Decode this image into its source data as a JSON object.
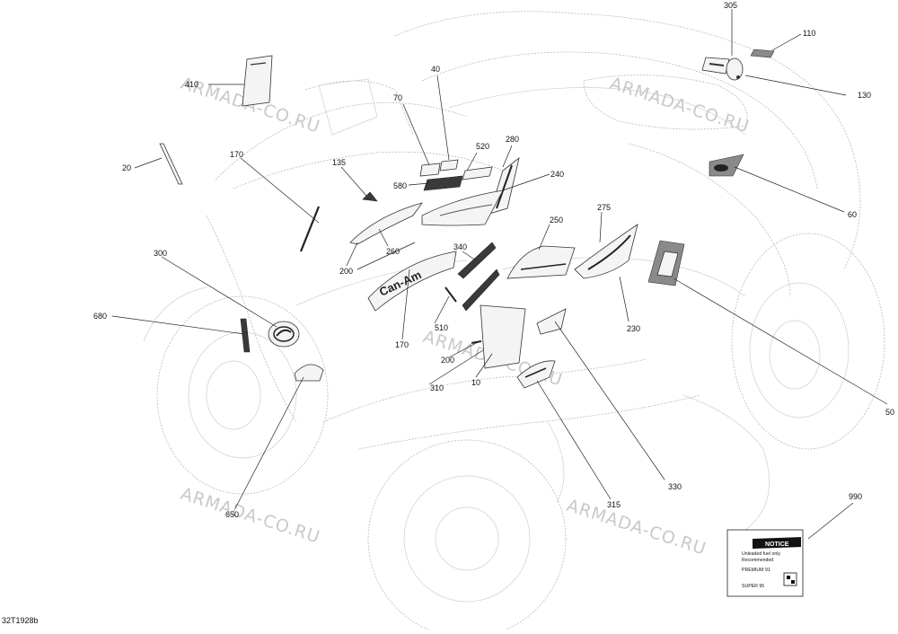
{
  "drawing_code": "32T1928b",
  "watermark": "ARMADA-CO.RU",
  "callouts": [
    "305",
    "110",
    "130",
    "410",
    "40",
    "70",
    "520",
    "280",
    "20",
    "170",
    "135",
    "580",
    "240",
    "60",
    "250",
    "275",
    "300",
    "260",
    "200",
    "340",
    "680",
    "510",
    "170",
    "230",
    "50",
    "200",
    "310",
    "10",
    "330",
    "315",
    "650",
    "990"
  ],
  "notice_label": {
    "title": "NOTICE",
    "line1": "Unleaded fuel only",
    "line2": "Recommended",
    "line3": "PREMIUM 91",
    "line4": "SUPER 95"
  },
  "colors": {
    "line": "#222222",
    "ghost": "#b9b9b9",
    "watermark": "#c9c9c9"
  }
}
